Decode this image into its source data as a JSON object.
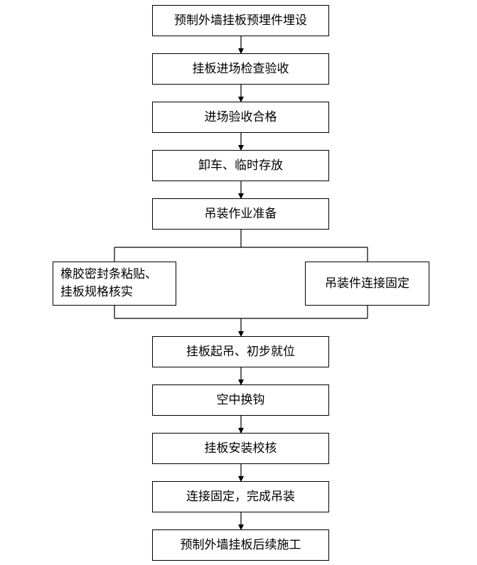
{
  "flowchart": {
    "steps": [
      "预制外墙挂板预埋件埋设",
      "挂板进场检查验收",
      "进场验收合格",
      "卸车、临时存放",
      "吊装作业准备",
      "挂板起吊、初步就位",
      "空中换钩",
      "挂板安装校核",
      "连接固定，完成吊装",
      "预制外墙挂板后续施工"
    ],
    "left_branch": [
      "橡胶密封条粘贴、",
      "挂板规格核实"
    ],
    "right_branch": "吊装件连接固定",
    "line_color": "#000000"
  }
}
